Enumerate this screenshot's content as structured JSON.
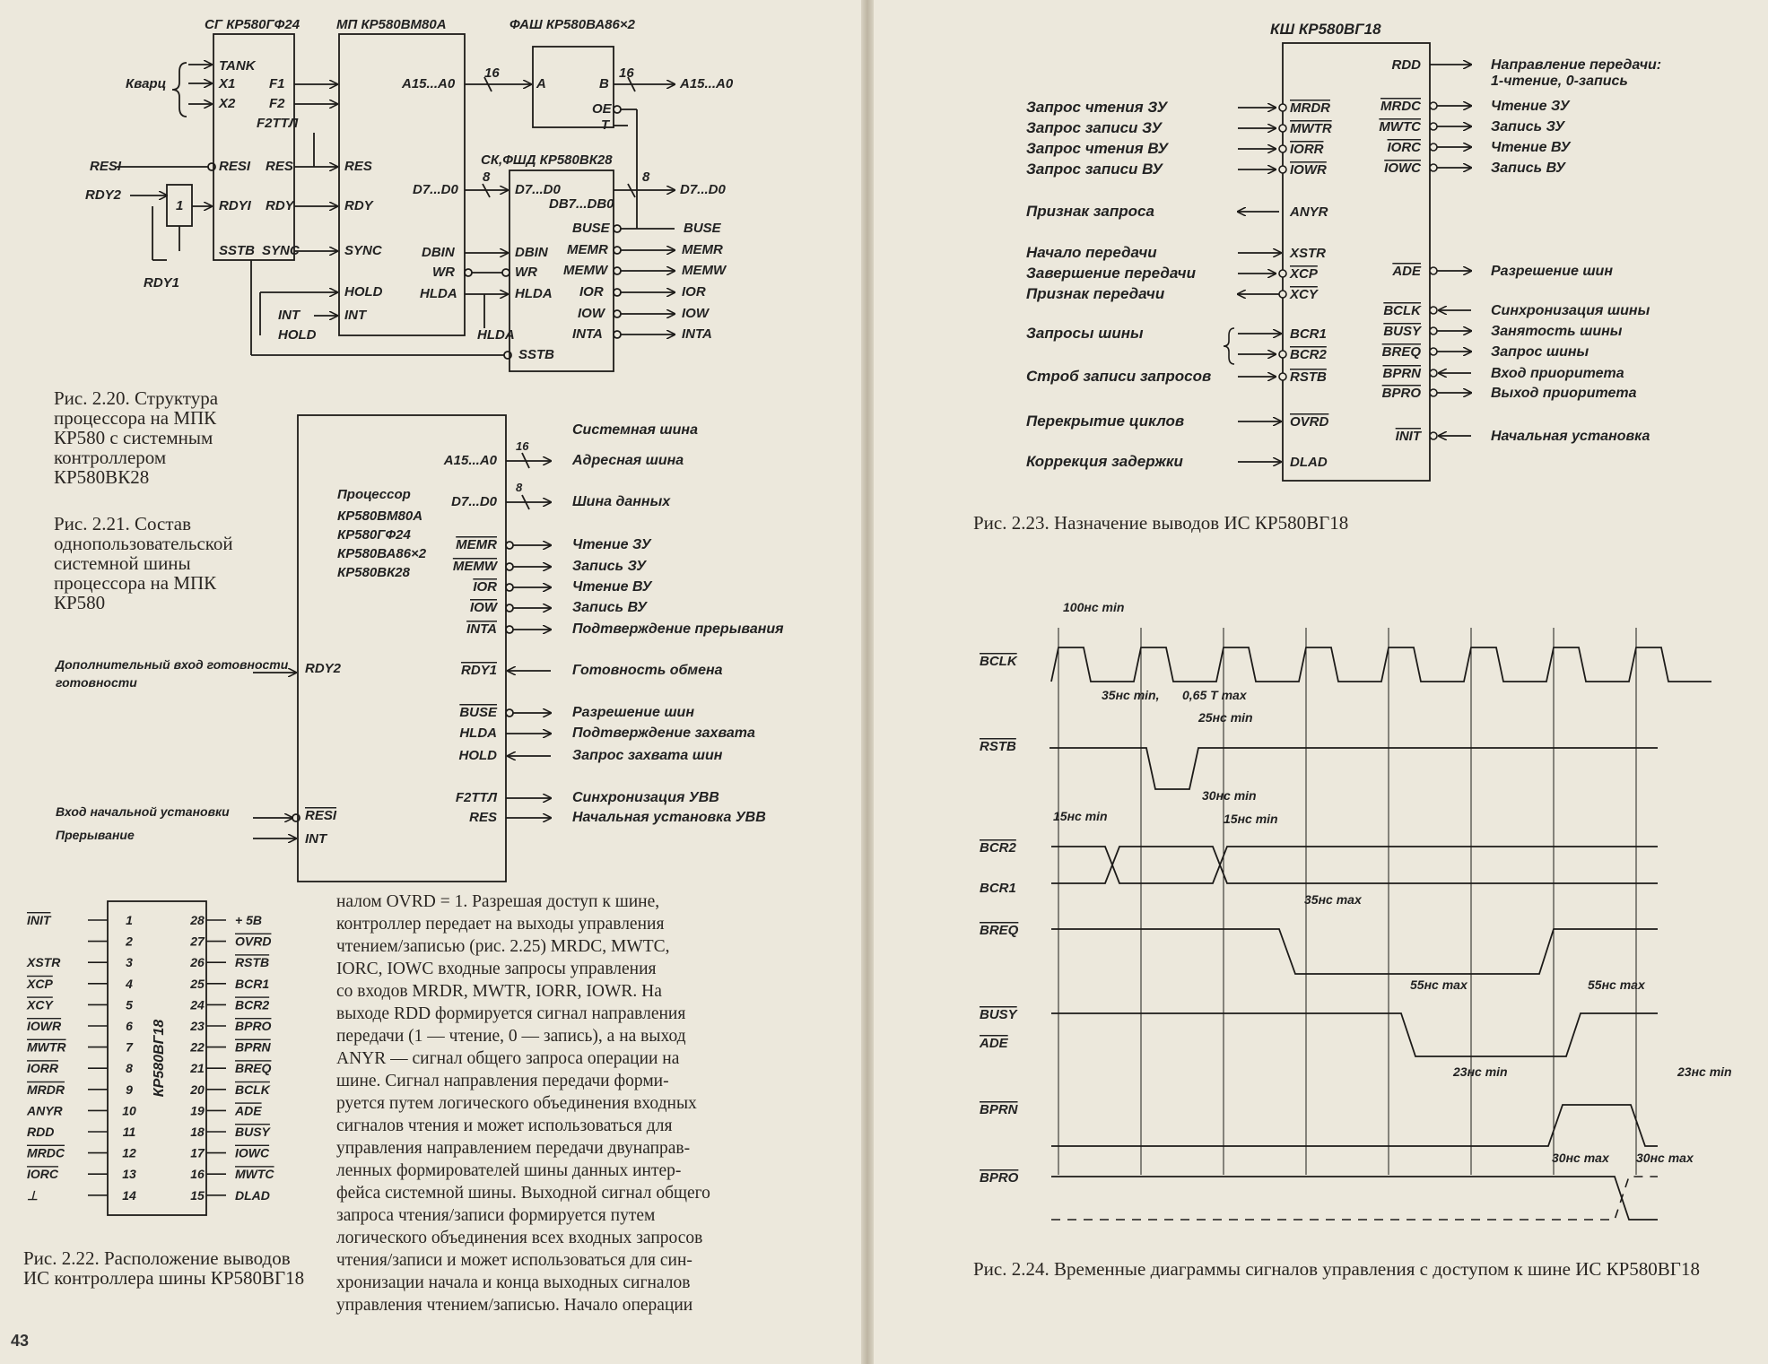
{
  "left_page": {
    "fig_2_20": {
      "caption": "Рис. 2.20. Структура процессора на МПК КР580 с системным контроллером КР580ВК28",
      "blocks": {
        "sg": "СГ КР580ГФ24",
        "mp": "МП КР580ВМ80А",
        "fash": "ФАШ КР580ВА86×2",
        "sk": "СК,ФШД КР580ВК28"
      },
      "labels": {
        "kvarc": "Кварц",
        "tank": "TANK",
        "x1": "X1",
        "x2": "X2",
        "resi": "RESI",
        "rdy2": "RDY2",
        "rdy1": "RDY1",
        "f1": "F1",
        "f2": "F2",
        "f2ttl": "F2ТТЛ",
        "res": "RES",
        "rdy": "RDY",
        "sstb": "SSTB",
        "sync": "SYNC",
        "hold": "HOLD",
        "int": "INT",
        "a15a0": "A15...A0",
        "d7d0": "D7...D0",
        "dbin": "DBIN",
        "wr": "WR",
        "hlda": "HLDA",
        "a": "A",
        "b": "B",
        "oe": "OE",
        "t": "T",
        "db7db0": "DB7...DB0",
        "buse": "BUSE",
        "memr": "MEMR",
        "memw": "MEMW",
        "ior": "IOR",
        "iow": "IOW",
        "inta": "INTA",
        "n16": "16",
        "n8": "8",
        "one": "1"
      }
    },
    "fig_2_21": {
      "caption": "Рис. 2.21. Состав однопользовательской системной шины процессора на МПК КР580",
      "proc_title": "Процессор",
      "proc_chips": [
        "КР580ВМ80А",
        "КР580ГФ24",
        "КР580ВА86×2",
        "КР580ВК28"
      ],
      "left_inputs": [
        {
          "desc": "Дополнительный вход готовности",
          "pin": "RDY2"
        },
        {
          "desc": "Вход начальной установки",
          "pin": "RESI"
        },
        {
          "desc": "Прерывание",
          "pin": "INT"
        }
      ],
      "right_pins": [
        {
          "pin": "",
          "desc": "Системная шина"
        },
        {
          "pin": "A15...A0",
          "desc": "Адресная шина",
          "width": "16"
        },
        {
          "pin": "D7...D0",
          "desc": "Шина данных",
          "width": "8"
        },
        {
          "pin": "MEMR",
          "desc": "Чтение ЗУ"
        },
        {
          "pin": "MEMW",
          "desc": "Запись ЗУ"
        },
        {
          "pin": "IOR",
          "desc": "Чтение ВУ"
        },
        {
          "pin": "IOW",
          "desc": "Запись ВУ"
        },
        {
          "pin": "INTA",
          "desc": "Подтверждение прерывания"
        },
        {
          "pin": "RDY1",
          "desc": "Готовность обмена"
        },
        {
          "pin": "BUSE",
          "desc": "Разрешение шин"
        },
        {
          "pin": "HLDA",
          "desc": "Подтверждение захвата"
        },
        {
          "pin": "HOLD",
          "desc": "Запрос захвата шин"
        },
        {
          "pin": "F2ТТЛ",
          "desc": "Синхронизация УВВ"
        },
        {
          "pin": "RES",
          "desc": "Начальная установка УВВ"
        }
      ]
    },
    "fig_2_22": {
      "caption": "Рис. 2.22. Расположение выводов ИС контроллера шины КР580ВГ18",
      "chip": "КР580ВГ18",
      "left": [
        {
          "n": "1",
          "s": "INIT"
        },
        {
          "n": "2",
          "s": ""
        },
        {
          "n": "3",
          "s": "XSTR"
        },
        {
          "n": "4",
          "s": "XCP"
        },
        {
          "n": "5",
          "s": "XCY"
        },
        {
          "n": "6",
          "s": "IOWR"
        },
        {
          "n": "7",
          "s": "MWTR"
        },
        {
          "n": "8",
          "s": "IORR"
        },
        {
          "n": "9",
          "s": "MRDR"
        },
        {
          "n": "10",
          "s": "ANYR"
        },
        {
          "n": "11",
          "s": "RDD"
        },
        {
          "n": "12",
          "s": "MRDC"
        },
        {
          "n": "13",
          "s": "IORC"
        },
        {
          "n": "14",
          "s": "⊥"
        }
      ],
      "right": [
        {
          "n": "28",
          "s": "+ 5В"
        },
        {
          "n": "27",
          "s": "OVRD"
        },
        {
          "n": "26",
          "s": "RSTB"
        },
        {
          "n": "25",
          "s": "BCR1"
        },
        {
          "n": "24",
          "s": "BCR2"
        },
        {
          "n": "23",
          "s": "BPRO"
        },
        {
          "n": "22",
          "s": "BPRN"
        },
        {
          "n": "21",
          "s": "BREQ"
        },
        {
          "n": "20",
          "s": "BCLK"
        },
        {
          "n": "19",
          "s": "ADE"
        },
        {
          "n": "18",
          "s": "BUSY"
        },
        {
          "n": "17",
          "s": "IOWC"
        },
        {
          "n": "16",
          "s": "MWTC"
        },
        {
          "n": "15",
          "s": "DLAD"
        }
      ]
    },
    "body_text": [
      "налом OVRD = 1. Разрешая доступ к шине,",
      "контроллер передает на выходы управления",
      "чтением/записью (рис. 2.25) MRDC, MWTC,",
      "IORC, IOWC входные запросы управления",
      "со входов MRDR, MWTR, IORR, IOWR. На",
      "выходе RDD формируется сигнал направления",
      "передачи (1 — чтение, 0 — запись), а на выход",
      "ANYR — сигнал общего запроса операции на",
      "шине. Сигнал направления передачи форми-",
      "руется путем логического объединения входных",
      "сигналов чтения и может использоваться для",
      "управления направлением передачи двунаправ-",
      "ленных формирователей шины данных интер-",
      "фейса системной шины. Выходной сигнал общего",
      "запроса чтения/записи формируется путем",
      "логического объединения всех входных запросов",
      "чтения/записи и может использоваться для син-",
      "хронизации начала и конца выходных сигналов",
      "управления чтением/записью. Начало операции"
    ],
    "page_number": "43"
  },
  "right_page": {
    "fig_2_23": {
      "caption": "Рис. 2.23. Назначение выводов ИС КР580ВГ18",
      "chip": "КШ КР580ВГ18",
      "left_pins": [
        {
          "desc": "Запрос чтения ЗУ",
          "pin": "MRDR"
        },
        {
          "desc": "Запрос записи ЗУ",
          "pin": "MWTR"
        },
        {
          "desc": "Запрос чтения ВУ",
          "pin": "IORR"
        },
        {
          "desc": "Запрос записи ВУ",
          "pin": "IOWR"
        },
        {
          "desc": "Признак запроса",
          "pin": "ANYR"
        },
        {
          "desc": "Начало передачи",
          "pin": "XSTR"
        },
        {
          "desc": "Завершение передачи",
          "pin": "XCP"
        },
        {
          "desc": "Признак передачи",
          "pin": "XCY"
        },
        {
          "desc": "Запросы шины",
          "pin": "BCR1"
        },
        {
          "desc": "",
          "pin": "BCR2"
        },
        {
          "desc": "Строб записи запросов",
          "pin": "RSTB"
        },
        {
          "desc": "Перекрытие циклов",
          "pin": "OVRD"
        },
        {
          "desc": "Коррекция задержки",
          "pin": "DLAD"
        }
      ],
      "right_pins": [
        {
          "pin": "RDD",
          "desc": "Направление передачи:"
        },
        {
          "pin": "",
          "desc": "1-чтение, 0-запись"
        },
        {
          "pin": "MRDC",
          "desc": "Чтение ЗУ"
        },
        {
          "pin": "MWTC",
          "desc": "Запись ЗУ"
        },
        {
          "pin": "IORC",
          "desc": "Чтение ВУ"
        },
        {
          "pin": "IOWC",
          "desc": "Запись ВУ"
        },
        {
          "pin": "ADE",
          "desc": "Разрешение шин"
        },
        {
          "pin": "BCLK",
          "desc": "Синхронизация шины"
        },
        {
          "pin": "BUSY",
          "desc": "Занятость шины"
        },
        {
          "pin": "BREQ",
          "desc": "Запрос шины"
        },
        {
          "pin": "BPRN",
          "desc": "Вход приоритета"
        },
        {
          "pin": "BPRO",
          "desc": "Выход приоритета"
        },
        {
          "pin": "INIT",
          "desc": "Начальная установка"
        }
      ]
    },
    "fig_2_24": {
      "caption": "Рис. 2.24. Временные диаграммы сигналов управления с доступом к шине ИС КР580ВГ18",
      "signals": [
        "BCLK",
        "RSTB",
        "BCR2",
        "BCR1",
        "BREQ",
        "BUSY",
        "ADE",
        "BPRN",
        "BPRO"
      ],
      "timings": [
        "100нс min",
        "35нс min,",
        "0,65 T max",
        "25нс min",
        "30нс min",
        "15нс min",
        "15нс min",
        "35нс max",
        "55нс max",
        "55нс max",
        "23нс min",
        "23нс min",
        "30нс max",
        "30нс max"
      ]
    }
  }
}
